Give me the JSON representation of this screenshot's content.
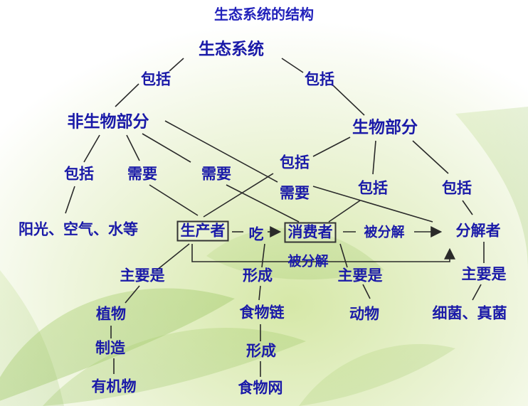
{
  "title": "生态系统的结构",
  "nodes": {
    "ecosystem": "生态系统",
    "include_left": "包括",
    "include_right": "包括",
    "abiotic": "非生物部分",
    "biotic": "生物部分",
    "abiotic_include": "包括",
    "need_1": "需要",
    "need_2": "需要",
    "need_3": "需要",
    "biotic_include_1": "包括",
    "biotic_include_2": "包括",
    "biotic_include_3": "包括",
    "abiotic_items": "阳光、空气、水等",
    "producer": "生产者",
    "eat": "吃",
    "consumer": "消费者",
    "decomposed_1": "被分解",
    "decomposed_2": "被分解",
    "decomposer": "分解者",
    "mainly_1": "主要是",
    "form_1": "形成",
    "mainly_2": "主要是",
    "mainly_3": "主要是",
    "plants": "植物",
    "food_chain": "食物链",
    "animals": "动物",
    "bacteria_fungi": "细菌、真菌",
    "make": "制造",
    "form_2": "形成",
    "organic": "有机物",
    "food_web": "食物网"
  },
  "colors": {
    "text": "#1a1aa8",
    "line": "#2a2a2a",
    "background": "#eef5dc",
    "leaf": "#c6dd9a"
  }
}
